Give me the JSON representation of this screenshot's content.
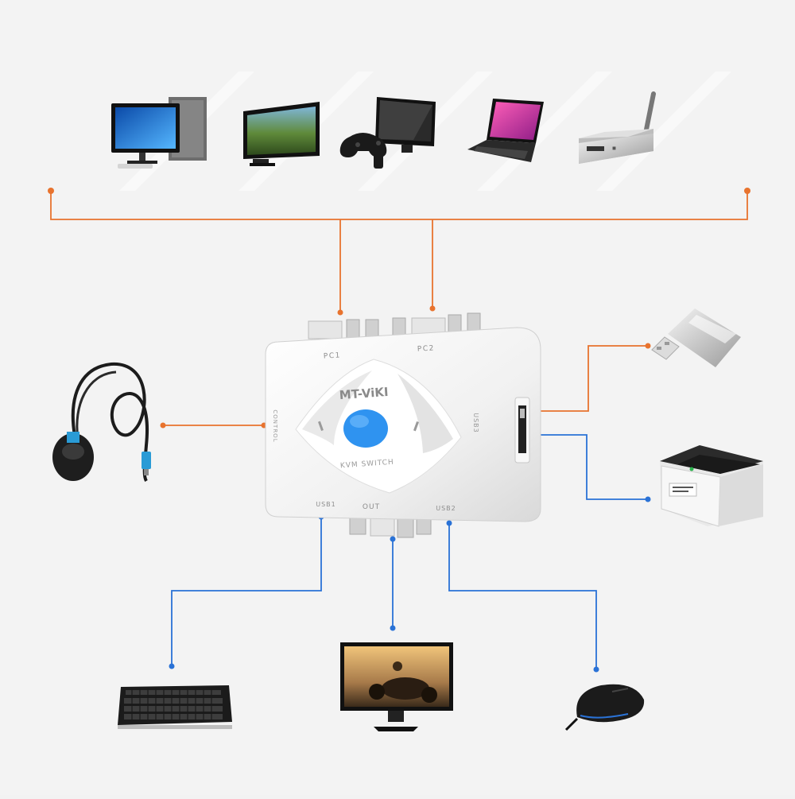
{
  "device": {
    "brand": "MT-ViKI",
    "model": "KVM SWITCH",
    "ports": {
      "pc1": "PC1",
      "pc2": "PC2",
      "control": "CONTROL",
      "usb3": "USB3",
      "usb1": "USB1",
      "out": "OUT",
      "usb2": "USB2"
    }
  },
  "colors": {
    "source_line": "#e8732e",
    "output_line": "#2a72d6",
    "button": "#2f93f0",
    "background": "#f3f3f3"
  },
  "icons": {
    "sources": [
      "desktop-pc-icon",
      "all-in-one-pc-icon",
      "game-console-icon",
      "laptop-icon",
      "tv-box-icon"
    ],
    "right_side": [
      "usb-flash-drive-icon",
      "label-printer-icon"
    ],
    "left_side": [
      "wired-remote-switch-icon"
    ],
    "outputs": [
      "keyboard-icon",
      "monitor-icon",
      "mouse-icon"
    ]
  }
}
